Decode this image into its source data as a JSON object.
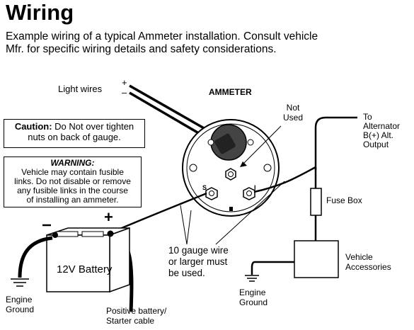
{
  "title": "Wiring",
  "intro": {
    "line1": "Example wiring of a typical Ammeter installation. Consult vehicle",
    "line2": "Mfr. for specific wiring details and safety considerations."
  },
  "labels": {
    "light_wires": "Light wires",
    "plus": "+",
    "minus": "–",
    "ammeter": "AMMETER",
    "not_used_1": "Not",
    "not_used_2": "Used",
    "to_alt_1": "To",
    "to_alt_2": "Alternator",
    "to_alt_3": "B(+) Alt.",
    "to_alt_4": "Output",
    "fuse_box": "Fuse Box",
    "vehicle_acc_1": "Vehicle",
    "vehicle_acc_2": "Accessories",
    "engine_ground_1a": "Engine",
    "engine_ground_1b": "Ground",
    "engine_ground_2a": "Engine",
    "engine_ground_2b": "Ground",
    "pos_cable_1": "Positive battery/",
    "pos_cable_2": "Starter cable",
    "gauge_note_1": "10 gauge wire",
    "gauge_note_2": "or larger must",
    "gauge_note_3": "be used.",
    "battery": "12V Battery",
    "battery_minus": "–",
    "battery_plus": "+",
    "terminal_s": "S",
    "terminal_i": "I"
  },
  "caution": {
    "bold": "Caution:",
    "line1": "Do Not over tighten",
    "line2": "nuts on back of gauge."
  },
  "warning": {
    "title": "WARNING:",
    "line1": "Vehicle may contain fusible",
    "line2": "links. Do not disable or remove",
    "line3": "any fusible links in the course",
    "line4": "of installing an ammeter."
  }
}
